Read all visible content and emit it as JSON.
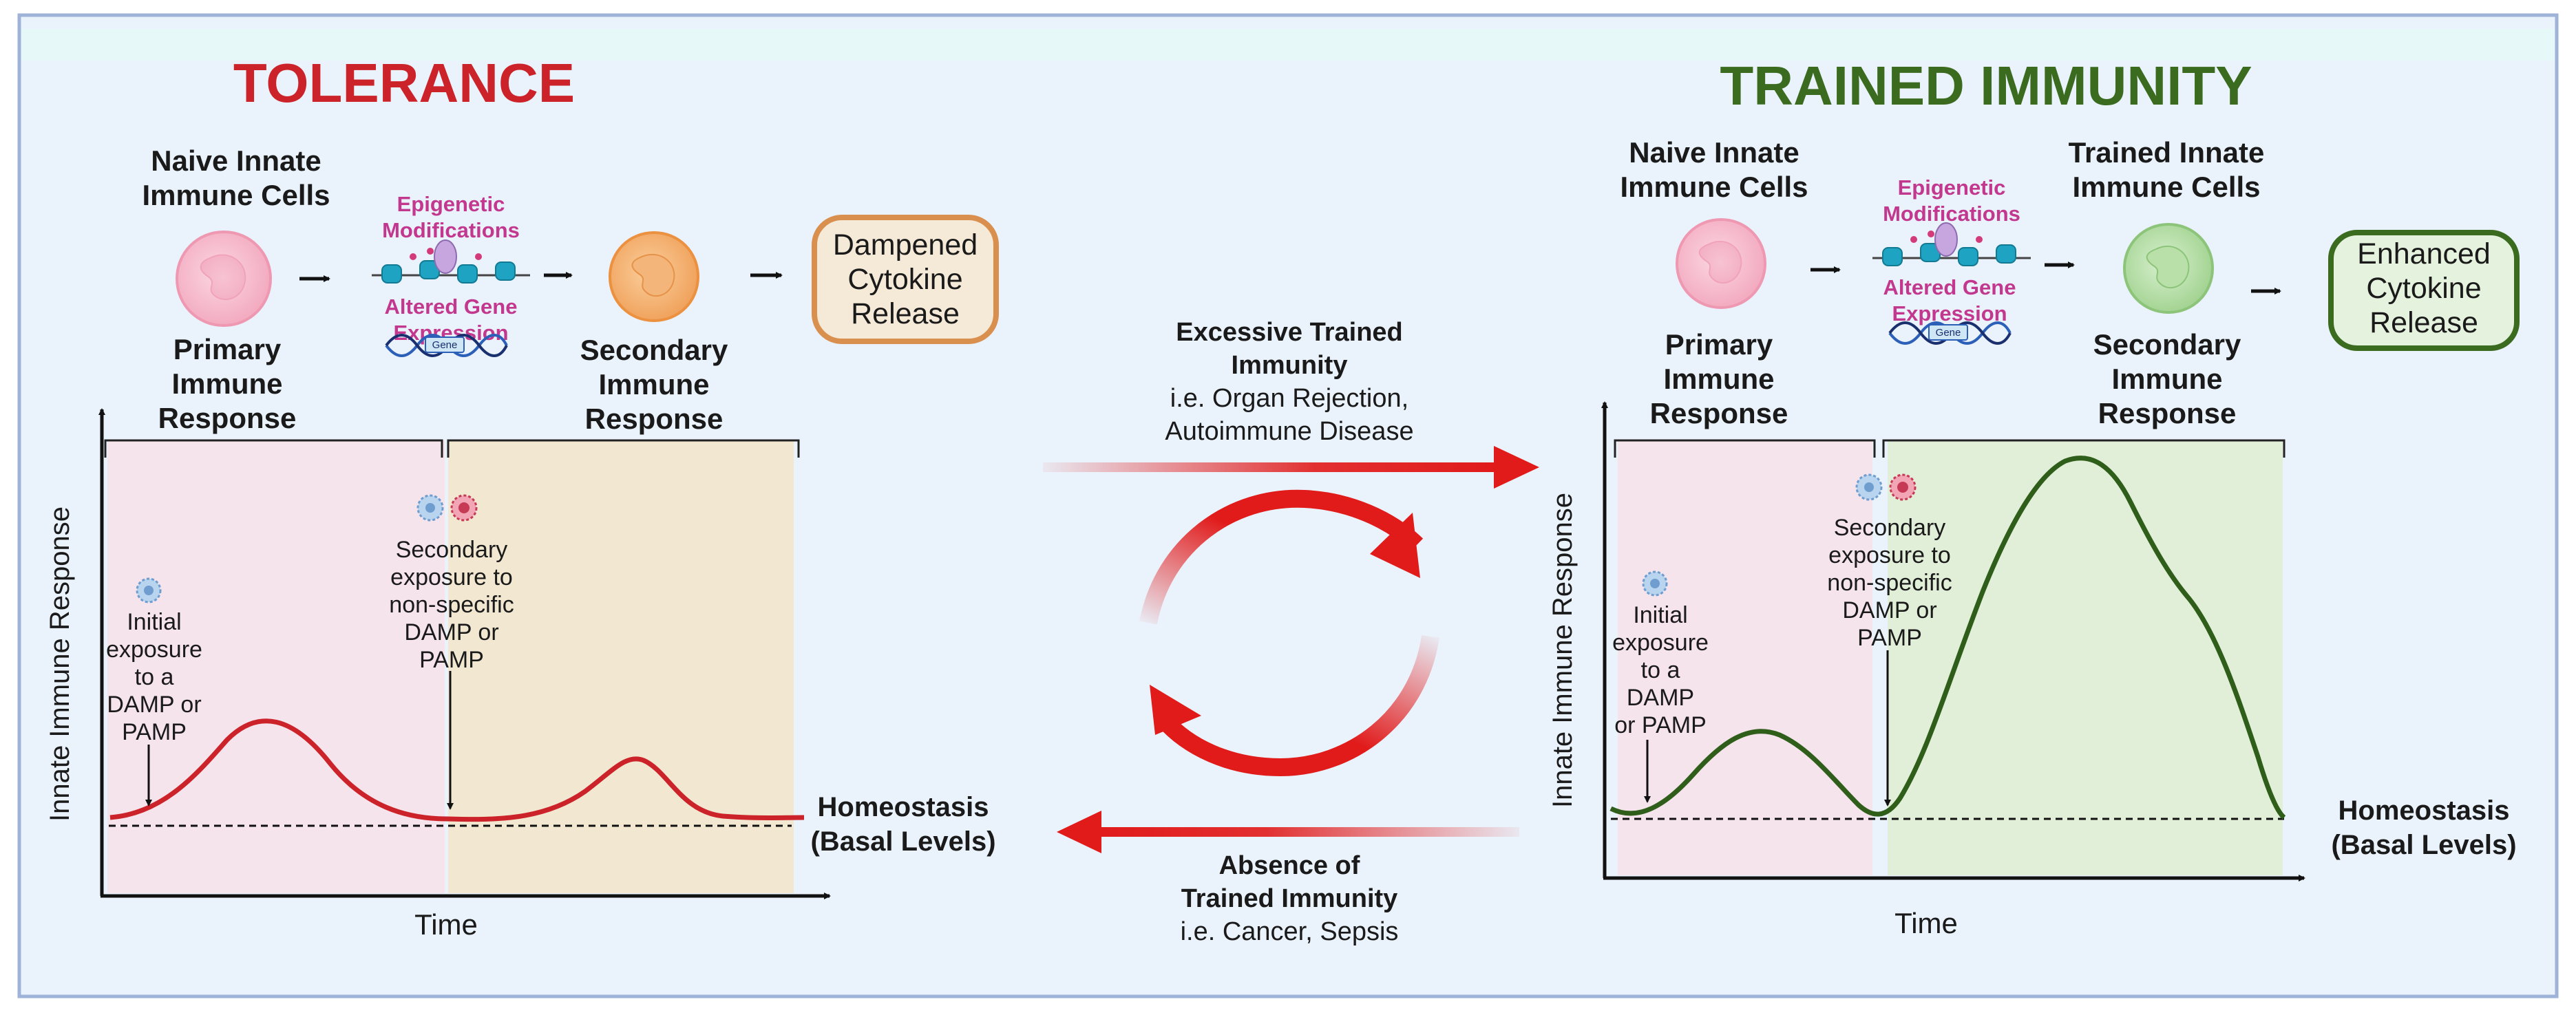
{
  "colors": {
    "background": "#eaf2fb",
    "frame": "#9fb3d9",
    "tolerance": "#cc2229",
    "trained": "#3a6b1f",
    "epigenetic": "#c2388f",
    "arrow_red": "#e11a1a",
    "pink_region": "#f6e4ec",
    "tan_region": "#f2e8d2",
    "green_region": "#e1efd8"
  },
  "tolerance": {
    "title": "TOLERANCE",
    "naive_label": [
      "Naive Innate",
      "Immune Cells"
    ],
    "primary_label": [
      "Primary",
      "Immune",
      "Response"
    ],
    "epigenetic_label": [
      "Epigenetic",
      "Modifications"
    ],
    "altered_label": [
      "Altered Gene",
      "Expression"
    ],
    "gene_label": "Gene",
    "secondary_label": [
      "Secondary",
      "Immune",
      "Response"
    ],
    "output_label": [
      "Dampened",
      "Cytokine",
      "Release"
    ],
    "y_axis_label": "Innate Immune Response",
    "x_axis_label": "Time",
    "initial_exposure": [
      "Initial",
      "exposure",
      "to a",
      "DAMP or",
      "PAMP"
    ],
    "secondary_exposure": [
      "Secondary",
      "exposure to",
      "non-specific",
      "DAMP or",
      "PAMP"
    ],
    "homeostasis": [
      "Homeostasis",
      "(Basal Levels)"
    ]
  },
  "trained": {
    "title": "TRAINED IMMUNITY",
    "naive_label": [
      "Naive Innate",
      "Immune Cells"
    ],
    "primary_label": [
      "Primary",
      "Immune",
      "Response"
    ],
    "epigenetic_label": [
      "Epigenetic",
      "Modifications"
    ],
    "altered_label": [
      "Altered Gene",
      "Expression"
    ],
    "gene_label": "Gene",
    "trained_cells_label": [
      "Trained Innate",
      "Immune Cells"
    ],
    "secondary_label": [
      "Secondary",
      "Immune",
      "Response"
    ],
    "output_label": [
      "Enhanced",
      "Cytokine",
      "Release"
    ],
    "y_axis_label": "Innate Immune Response",
    "x_axis_label": "Time",
    "initial_exposure": [
      "Initial",
      "exposure",
      "to a",
      "DAMP",
      "or PAMP"
    ],
    "secondary_exposure": [
      "Secondary",
      "exposure to",
      "non-specific",
      "DAMP or",
      "PAMP"
    ],
    "homeostasis": [
      "Homeostasis",
      "(Basal Levels)"
    ]
  },
  "center": {
    "excessive": {
      "bold": [
        "Excessive Trained",
        "Immunity"
      ],
      "normal": [
        "i.e. Organ Rejection,",
        "Autoimmune Disease"
      ]
    },
    "absence": {
      "bold": [
        "Absence of",
        "Trained Immunity"
      ],
      "normal": [
        "i.e. Cancer, Sepsis"
      ]
    }
  },
  "icons": [
    "immune-cell-icon",
    "epigenetic-icon",
    "dna-icon",
    "pathogen-icon",
    "cycle-arrows-icon",
    "right-arrow-icon"
  ]
}
